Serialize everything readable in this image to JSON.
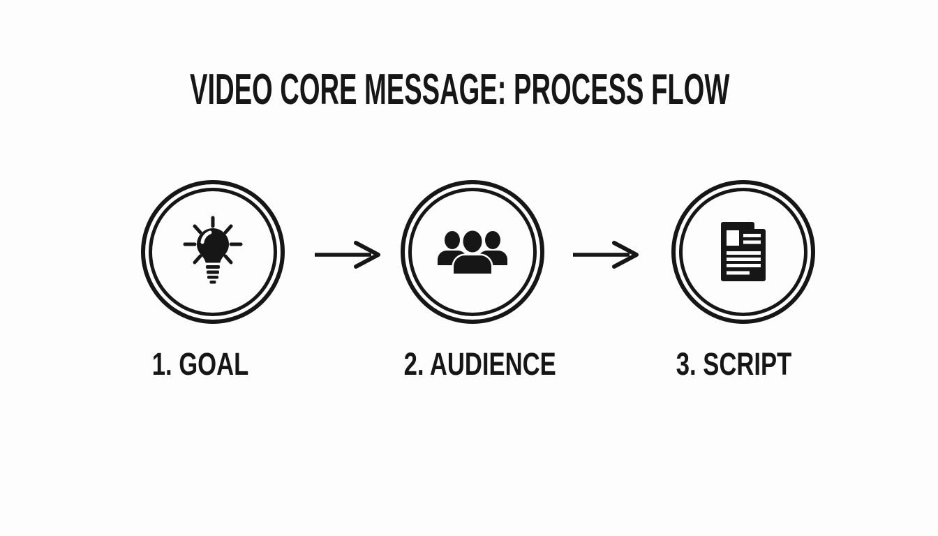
{
  "title": "VIDEO CORE MESSAGE: PROCESS FLOW",
  "steps": [
    {
      "label": "1. GOAL",
      "icon": "lightbulb-icon"
    },
    {
      "label": "2. AUDIENCE",
      "icon": "audience-people-icon"
    },
    {
      "label": "3. SCRIPT",
      "icon": "script-document-icon"
    }
  ],
  "connectors": [
    {
      "type": "arrow-right"
    },
    {
      "type": "arrow-right"
    }
  ],
  "colors": {
    "background": "#fdfdfd",
    "ink": "#161616"
  }
}
